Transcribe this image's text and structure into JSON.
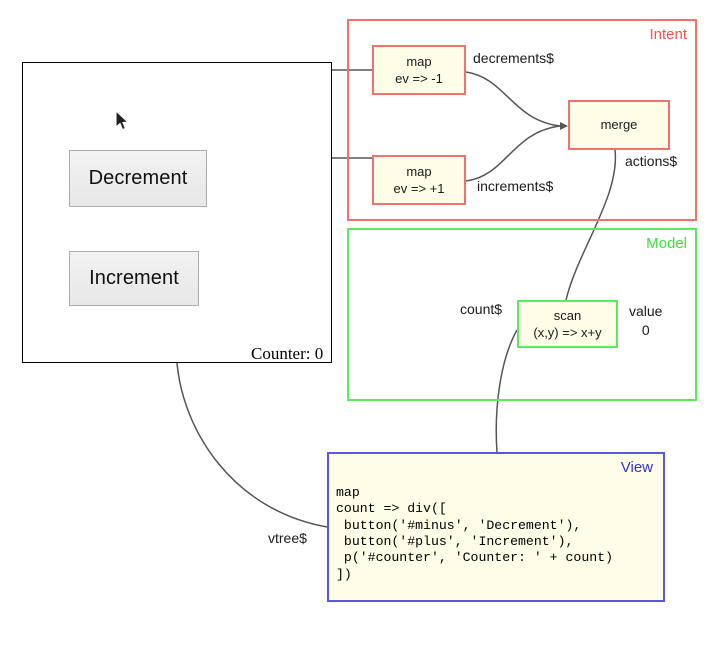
{
  "diagram": {
    "title": "Cycle.js counter dataflow diagram",
    "colors": {
      "intent": "#f4706a",
      "model": "#5aea5a",
      "view": "#5959e0",
      "node_fill": "#fdfde8",
      "panel_border": "#000000",
      "edge": "#555555"
    }
  },
  "app_panel": {
    "name": "counter-app-preview",
    "decrement_button": "Decrement",
    "increment_button": "Increment",
    "counter_text": "Counter: 0",
    "cursor_icon": "mouse-pointer-icon"
  },
  "groups": {
    "intent": {
      "label": "Intent"
    },
    "model": {
      "label": "Model"
    },
    "view": {
      "label": "View"
    }
  },
  "nodes": {
    "map_decrement": {
      "op": "map",
      "expr": "ev => -1"
    },
    "map_increment": {
      "op": "map",
      "expr": "ev => +1"
    },
    "merge": {
      "op": "merge",
      "expr": ""
    },
    "scan": {
      "op": "scan",
      "expr": "(x,y) => x+y"
    }
  },
  "edge_labels": {
    "decrements": "decrements$",
    "increments": "increments$",
    "actions": "actions$",
    "count": "count$",
    "vtree": "vtree$"
  },
  "state": {
    "value_label": "value",
    "value": "0"
  },
  "view_code": "map\ncount => div([\n button('#minus', 'Decrement'),\n button('#plus', 'Increment'),\n p('#counter', 'Counter: ' + count)\n])"
}
